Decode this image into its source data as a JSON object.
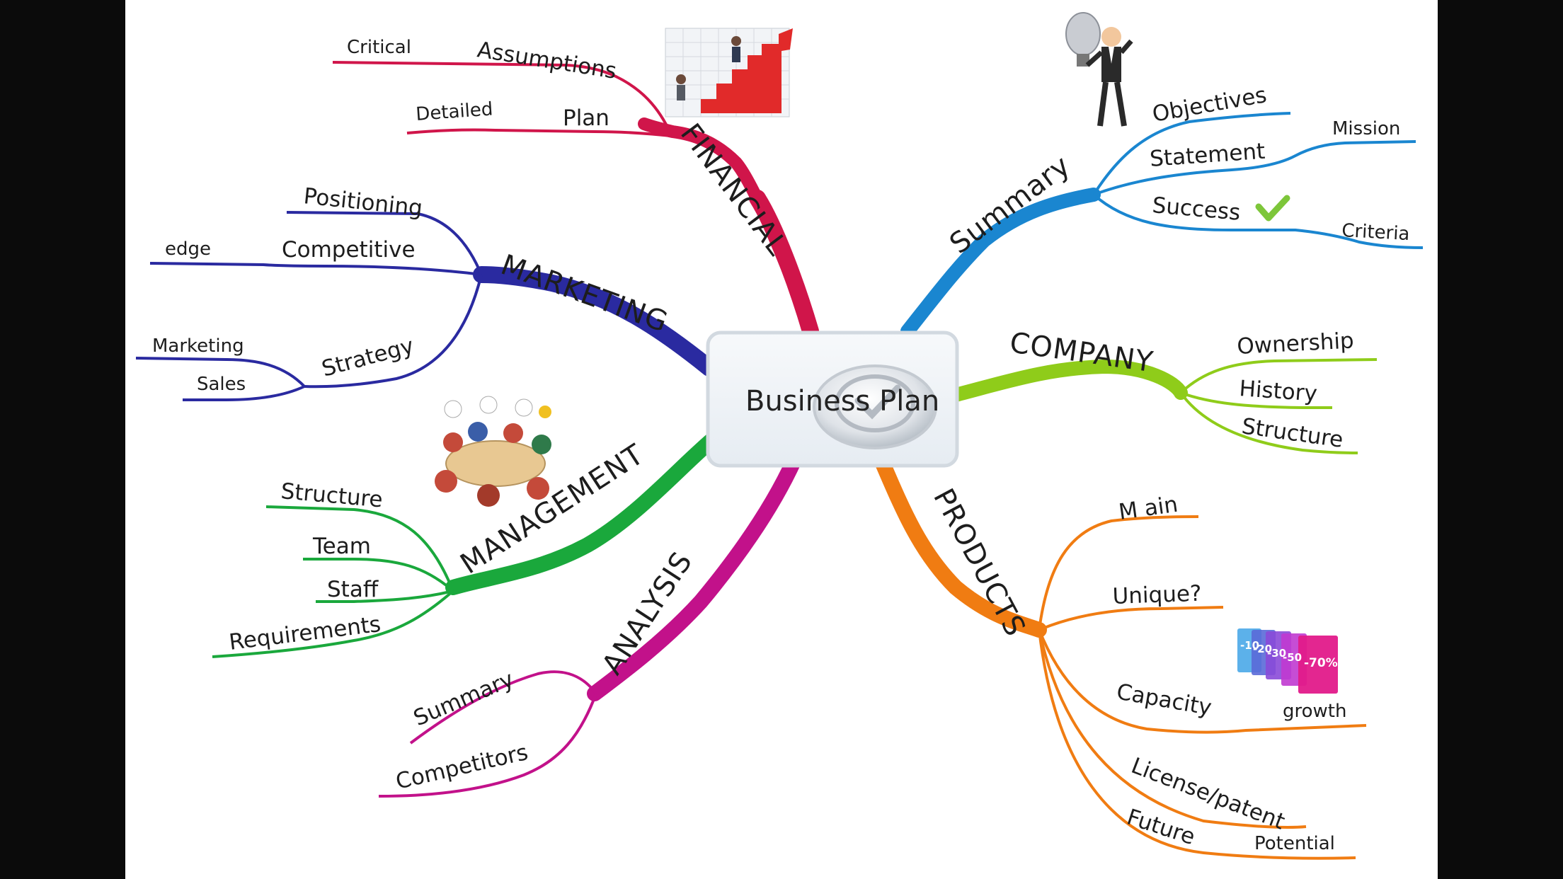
{
  "center": {
    "title": "Business Plan"
  },
  "colors": {
    "financial": "#d0154a",
    "marketing": "#2a2aa0",
    "management": "#1aa83c",
    "analysis": "#c2118a",
    "summary": "#1a86d0",
    "company": "#8fcc1a",
    "products": "#f07c12"
  },
  "branches": {
    "financial": {
      "label": "FINANCIAL",
      "assumptions": "Assumptions",
      "critical": "Critical",
      "plan": "Plan",
      "detailed": "Detailed"
    },
    "marketing": {
      "label": "MARKETING",
      "positioning": "Positioning",
      "competitive": "Competitive",
      "edge": "edge",
      "strategy": "Strategy",
      "marketing": "Marketing",
      "sales": "Sales"
    },
    "management": {
      "label": "MANAGEMENT",
      "structure": "Structure",
      "team": "Team",
      "staff": "Staff",
      "requirements": "Requirements"
    },
    "analysis": {
      "label": "ANALYSIS",
      "summary": "Summary",
      "competitors": "Competitors"
    },
    "summary": {
      "label": "Summary",
      "objectives": "Objectives",
      "statement": "Statement",
      "mission": "Mission",
      "success": "Success",
      "criteria": "Criteria"
    },
    "company": {
      "label": "COMPANY",
      "ownership": "Ownership",
      "history": "History",
      "structure": "Structure"
    },
    "products": {
      "label": "PRODUCTS",
      "main": "M ain",
      "unique": "Unique?",
      "capacity": "Capacity",
      "growth": "growth",
      "license": "License/patent",
      "future": "Future",
      "potential": "Potential"
    }
  },
  "clipart": {
    "financial": "stair-climb-chart-icon",
    "summary": "lightbulb-man-icon",
    "management": "meeting-table-icon",
    "products": "discount-bags-icon",
    "center": "check-seal-icon",
    "success": "checkmark-icon"
  },
  "discount_tags": [
    "-10",
    "-20",
    "-30",
    "-50",
    "-70%"
  ]
}
